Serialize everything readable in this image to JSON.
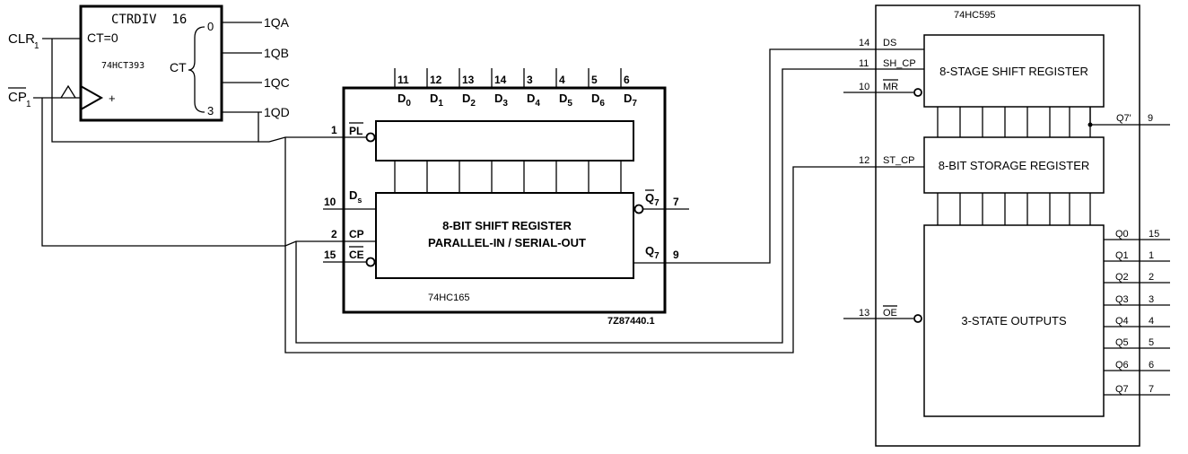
{
  "counter": {
    "title": "CTRDIV  16",
    "part": "74HCT393",
    "ct_reset": "CT=0",
    "ct": "CT",
    "ct_low": "0",
    "ct_high": "3",
    "plus": "+",
    "clr_input": "CLR",
    "clr_sub": "1",
    "cp_input": "CP",
    "cp_sub": "1",
    "outputs": [
      "1QA",
      "1QB",
      "1QC",
      "1QD"
    ]
  },
  "shift_register_165": {
    "title_line1": "8-BIT SHIFT REGISTER",
    "title_line2": "PARALLEL-IN / SERIAL-OUT",
    "part": "74HC165",
    "ref": "7Z87440.1",
    "data_pins": [
      {
        "num": "11",
        "label": "D",
        "sub": "0"
      },
      {
        "num": "12",
        "label": "D",
        "sub": "1"
      },
      {
        "num": "13",
        "label": "D",
        "sub": "2"
      },
      {
        "num": "14",
        "label": "D",
        "sub": "3"
      },
      {
        "num": "3",
        "label": "D",
        "sub": "4"
      },
      {
        "num": "4",
        "label": "D",
        "sub": "5"
      },
      {
        "num": "5",
        "label": "D",
        "sub": "6"
      },
      {
        "num": "6",
        "label": "D",
        "sub": "7"
      }
    ],
    "pl": {
      "num": "1",
      "label": "PL"
    },
    "ds": {
      "num": "10",
      "label": "D",
      "sub": "s"
    },
    "cp": {
      "num": "2",
      "label": "CP"
    },
    "ce": {
      "num": "15",
      "label": "CE"
    },
    "q7n": {
      "num": "7",
      "label": "Q",
      "sub": "7"
    },
    "q7": {
      "num": "9",
      "label": "Q",
      "sub": "7"
    }
  },
  "shift_register_595": {
    "part": "74HC595",
    "shift_block": "8-STAGE SHIFT REGISTER",
    "storage_block": "8-BIT STORAGE REGISTER",
    "output_block": "3-STATE OUTPUTS",
    "inputs": [
      {
        "num": "14",
        "label": "DS"
      },
      {
        "num": "11",
        "label": "SH_CP"
      },
      {
        "num": "10",
        "label": "MR"
      },
      {
        "num": "12",
        "label": "ST_CP"
      },
      {
        "num": "13",
        "label": "OE"
      }
    ],
    "q7s": {
      "label": "Q7'",
      "num": "9"
    },
    "outputs": [
      {
        "label": "Q0",
        "num": "15"
      },
      {
        "label": "Q1",
        "num": "1"
      },
      {
        "label": "Q2",
        "num": "2"
      },
      {
        "label": "Q3",
        "num": "3"
      },
      {
        "label": "Q4",
        "num": "4"
      },
      {
        "label": "Q5",
        "num": "5"
      },
      {
        "label": "Q6",
        "num": "6"
      },
      {
        "label": "Q7",
        "num": "7"
      }
    ]
  }
}
